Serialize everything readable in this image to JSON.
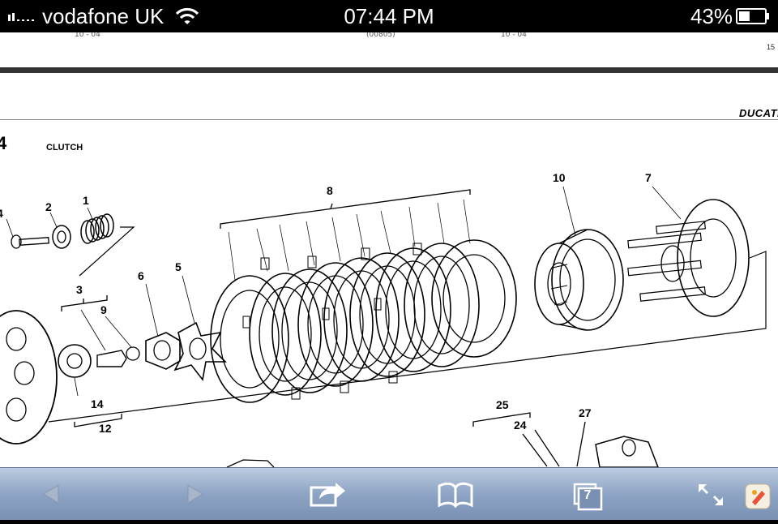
{
  "status_bar": {
    "carrier": "vodafone UK",
    "time": "07:44 PM",
    "battery_percent": "43%",
    "battery_level": 0.43,
    "icons": [
      "signal-icon",
      "wifi-icon",
      "battery-icon"
    ]
  },
  "page": {
    "previous_page_footer": [
      "10 - 04",
      "(00805)",
      "10 - 04"
    ],
    "page_number": "15",
    "brand": "DUCATI",
    "section_number": "4",
    "section_title": "CLUTCH",
    "callouts": {
      "c1": "1",
      "c2": "2",
      "c3": "3",
      "c4": "4",
      "c5": "5",
      "c6": "6",
      "c7": "7",
      "c8": "8",
      "c9": "9",
      "c10": "10",
      "c12": "12",
      "c14": "14",
      "c24": "24",
      "c25": "25",
      "c27": "27"
    }
  },
  "toolbar": {
    "open_tabs": "7",
    "buttons": [
      "back-icon",
      "forward-icon",
      "share-icon",
      "bookmarks-icon",
      "tabs-icon",
      "fullscreen-icon",
      "app-icon"
    ]
  },
  "colors": {
    "toolbar": "#8ea4c4",
    "status_bar": "#000000",
    "page": "#ffffff"
  }
}
